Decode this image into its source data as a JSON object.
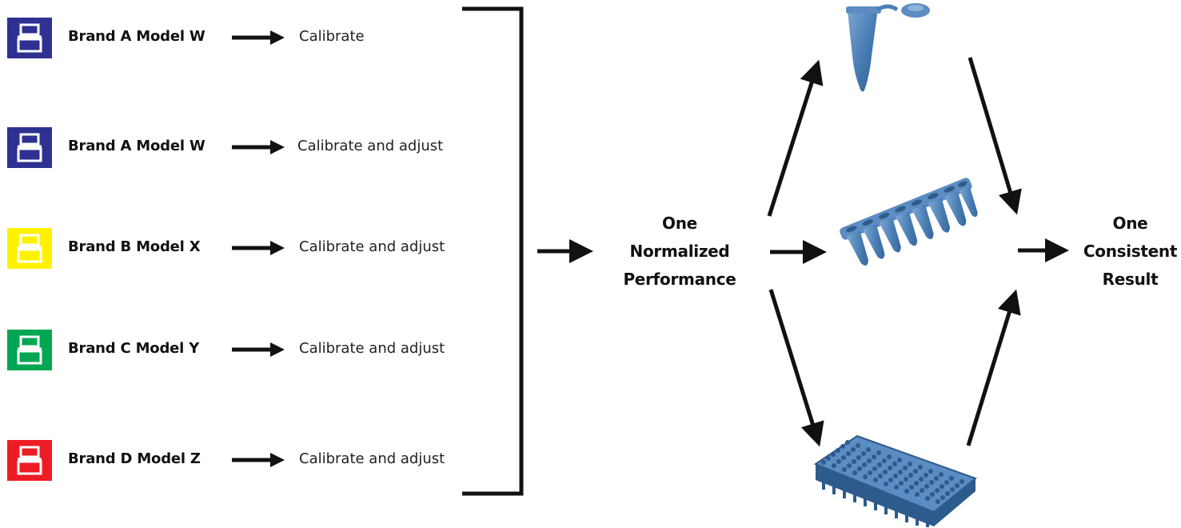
{
  "instruments": [
    {
      "model": "Brand A Model W",
      "action": "Calibrate",
      "color": "#2e3192",
      "icon": "instrument-icon"
    },
    {
      "model": "Brand A Model W",
      "action": "Calibrate and adjust",
      "color": "#2e3192",
      "icon": "instrument-icon"
    },
    {
      "model": "Brand B Model X",
      "action": "Calibrate and adjust",
      "color": "#fff200",
      "icon": "instrument-icon"
    },
    {
      "model": "Brand C Model Y",
      "action": "Calibrate and adjust",
      "color": "#00a651",
      "icon": "instrument-icon"
    },
    {
      "model": "Brand D Model Z",
      "action": "Calibrate and adjust",
      "color": "#ed1c24",
      "icon": "instrument-icon"
    }
  ],
  "center": {
    "line1": "One",
    "line2": "Normalized",
    "line3": "Performance"
  },
  "result": {
    "line1": "One",
    "line2": "Consistent",
    "line3": "Result"
  },
  "vessels": [
    {
      "name": "single tube",
      "icon": "microcentrifuge-tube-icon",
      "color": "#4a7fb5"
    },
    {
      "name": "8-tube strip",
      "icon": "pcr-strip-icon",
      "color": "#4a7fb5"
    },
    {
      "name": "96-well plate",
      "icon": "well-plate-icon",
      "color": "#4a7fb5"
    }
  ]
}
